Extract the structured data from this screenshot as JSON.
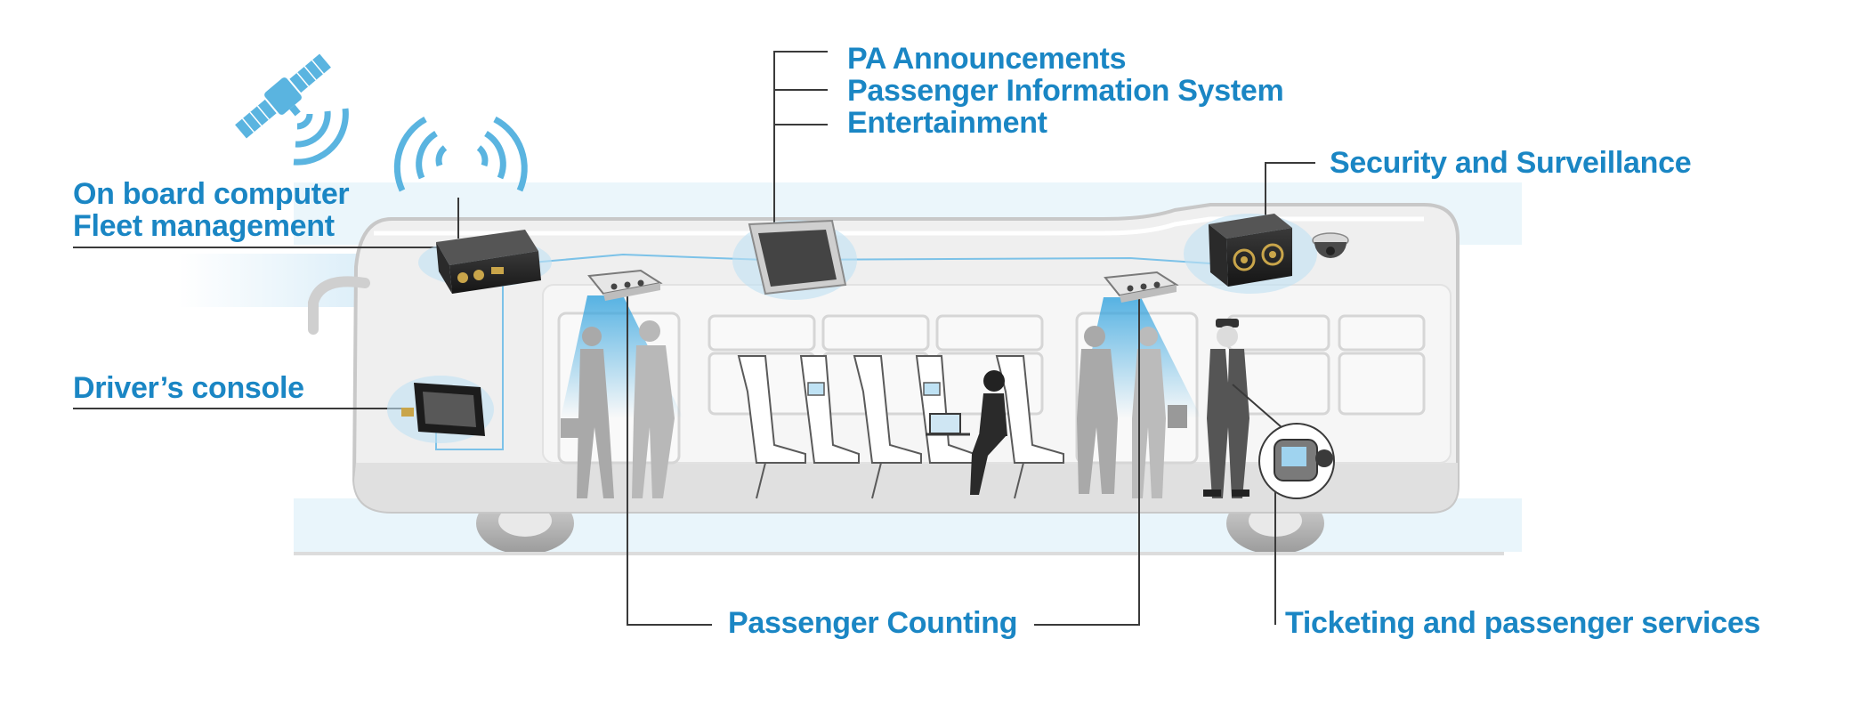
{
  "colors": {
    "label_blue": "#1a86c4",
    "leader_line": "#3a3a3a",
    "signal_blue": "#5ab4e0",
    "bus_body": "#eeeeee"
  },
  "labels": {
    "onboard_computer": "On board computer",
    "fleet_management": "Fleet management",
    "drivers_console": "Driver’s console",
    "pa_announcements": "PA Announcements",
    "passenger_information_system": "Passenger Information System",
    "entertainment": "Entertainment",
    "security_surveillance": "Security and Surveillance",
    "passenger_counting": "Passenger Counting",
    "ticketing": "Ticketing and passenger services"
  },
  "icons": {
    "satellite": "satellite-icon",
    "wifi_signal": "wifi-signal-icon",
    "onboard_computer": "onboard-computer-device-icon",
    "drivers_console": "drivers-console-device-icon",
    "pis_monitor": "pis-monitor-icon",
    "security_dvr": "security-dvr-icon",
    "dome_camera": "dome-camera-icon",
    "counting_sensor": "passenger-counting-sensor-icon",
    "ticket_terminal": "ticket-terminal-icon"
  }
}
